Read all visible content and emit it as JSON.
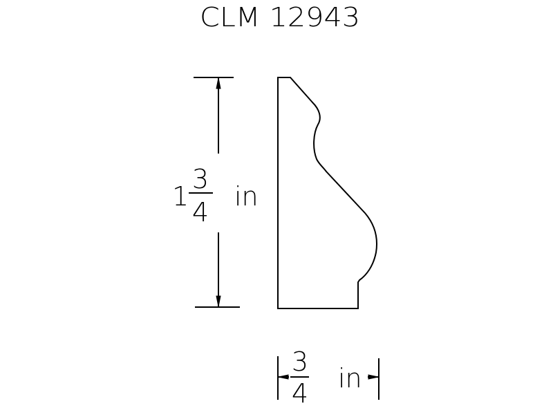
{
  "title": "CLM 12943",
  "height_dimension": {
    "whole": "1",
    "numerator": "3",
    "denominator": "4",
    "unit": "in"
  },
  "width_dimension": {
    "numerator": "3",
    "denominator": "4",
    "unit": "in"
  },
  "colors": {
    "line": "#000000",
    "background": "#ffffff"
  }
}
